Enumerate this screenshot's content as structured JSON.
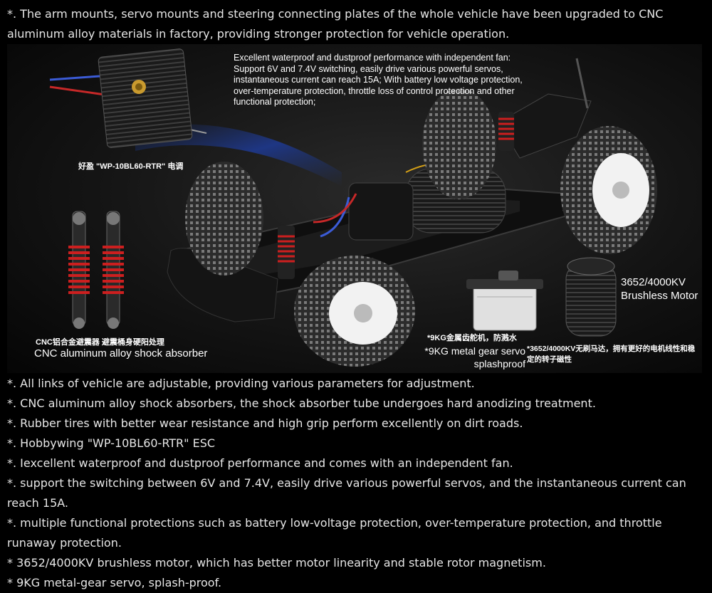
{
  "intro": "*. The arm mounts, servo mounts and steering connecting plates of the whole vehicle have been upgraded to CNC aluminum alloy materials in factory, providing stronger protection for vehicle operation.",
  "image": {
    "esc_description": "Excellent waterproof and dustproof performance with independent fan: Support 6V and 7.4V switching, easily drive various powerful servos, instantaneous current can reach 15A; With battery low voltage protection, over-temperature protection, throttle loss of control protection and other functional protection;",
    "esc_label_cn": "好盈 \"WP-10BL60-RTR\" 电调",
    "shock_label_cn": "CNC铝合金避震器 避震桶身硬阳处理",
    "shock_label_en": "CNC aluminum alloy shock absorber",
    "servo_label_cn": "*9KG金属齿舵机，防溅水",
    "servo_label_en": "*9KG metal gear servo splashproof",
    "motor_label_en": "3652/4000KV Brushless Motor",
    "motor_label_cn": "*3652/4000KV无刷马达，拥有更好的电机线性和稳定的转子磁性"
  },
  "features": [
    "*. All links of vehicle are adjustable, providing various parameters for adjustment.",
    "*. CNC aluminum alloy shock absorbers, the shock absorber tube undergoes hard anodizing treatment.",
    "*. Rubber tires with better wear resistance and high grip perform excellently on dirt roads.",
    "*. Hobbywing \"WP-10BL60-RTR\" ESC",
    "*. Iexcellent waterproof and dustproof performance and comes with an independent fan.",
    "*. support the switching between 6V and 7.4V, easily drive various powerful servos, and the instantaneous current can reach 15A.",
    "*. multiple functional protections such as battery low-voltage protection, over-temperature protection, and throttle runaway protection.",
    "* 3652/4000KV brushless motor, which has better motor linearity and stable rotor magnetism.",
    "* 9KG metal-gear servo, splash-proof."
  ],
  "colors": {
    "background": "#000000",
    "text": "#e6e6e6",
    "spring": "#cc1f1f",
    "tire": "#3a3a3a",
    "rim": "#f2f2f2"
  }
}
